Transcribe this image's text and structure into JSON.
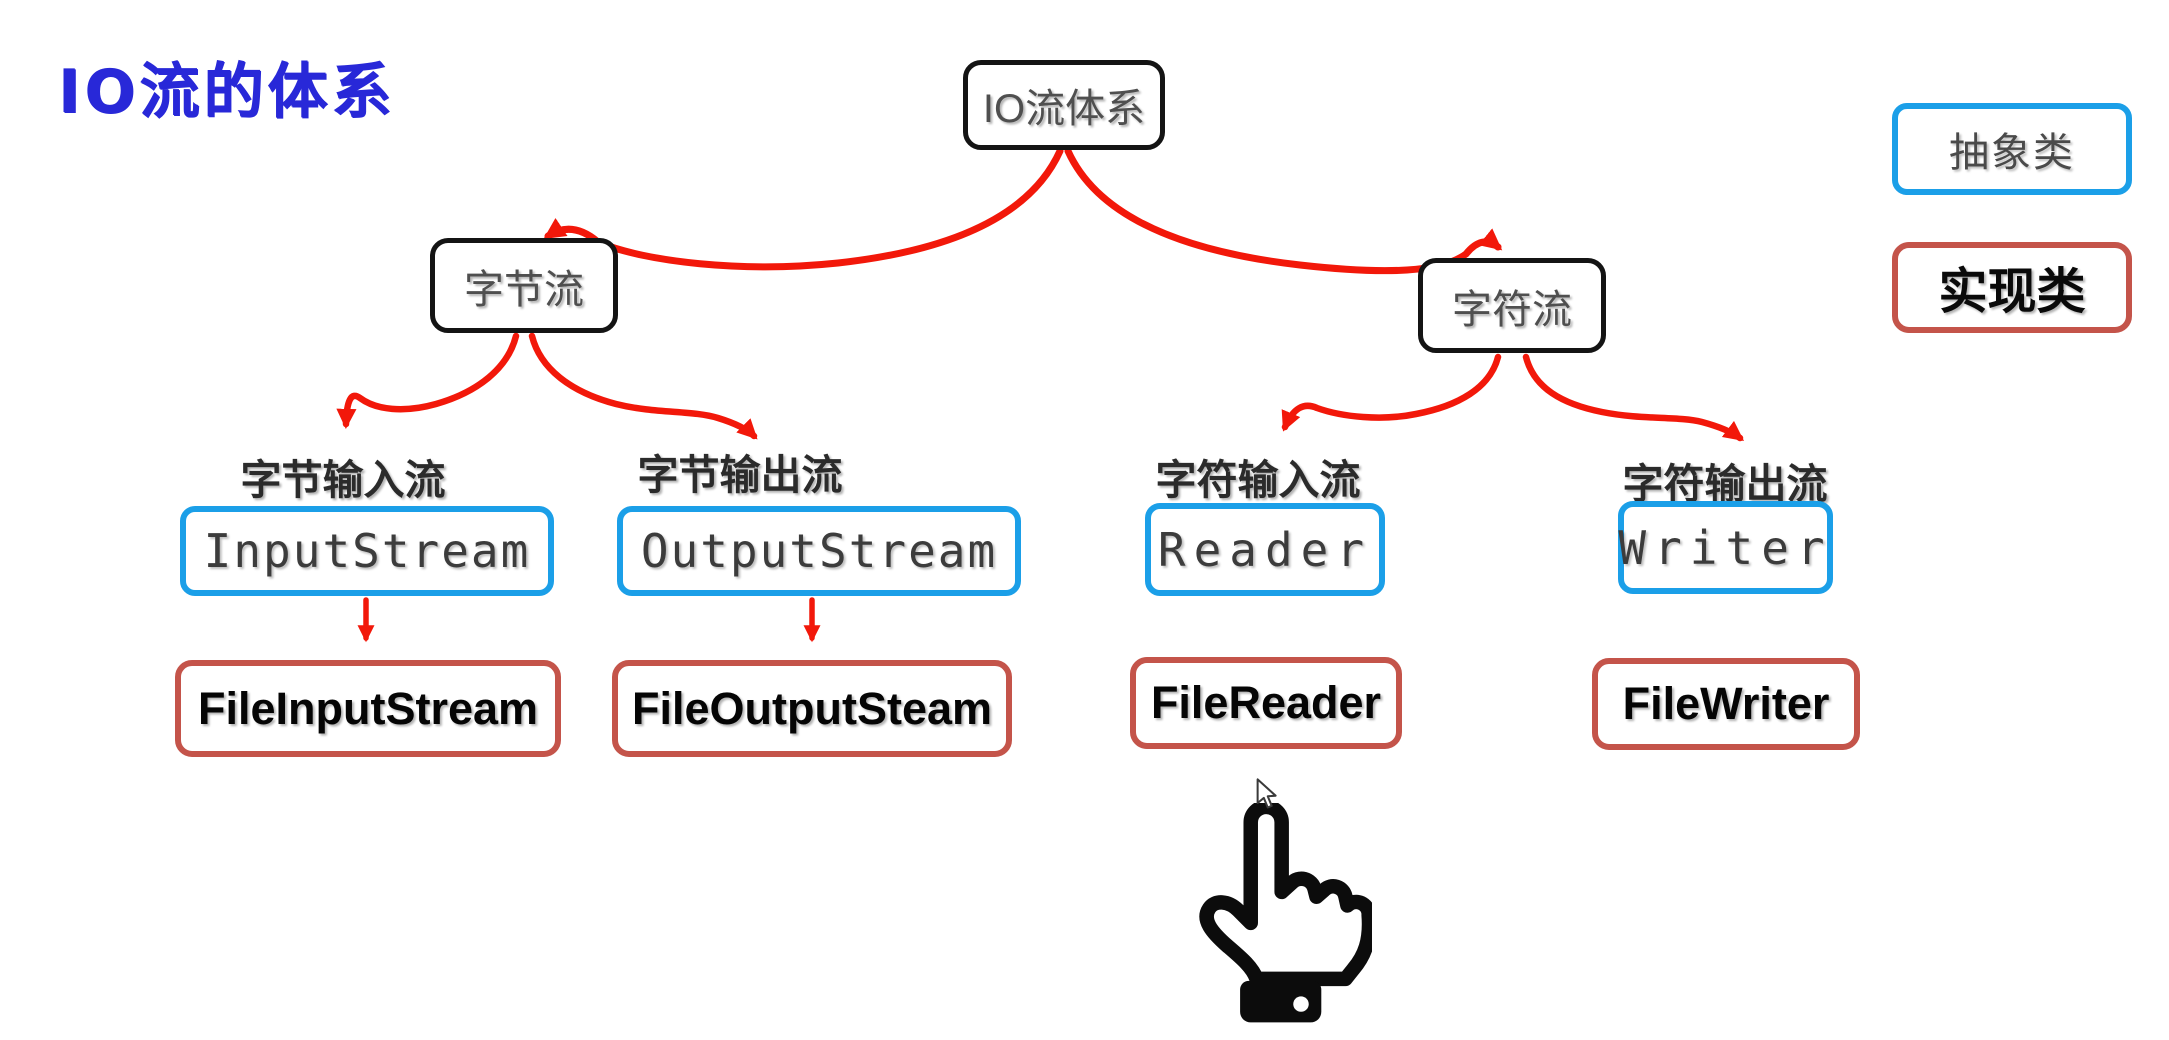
{
  "page_title": "IO流的体系",
  "tree": {
    "root_label": "IO流体系",
    "byte_label": "字节流",
    "char_label": "字符流"
  },
  "columns": [
    {
      "label": "字节输入流",
      "abstract": "InputStream",
      "implementation": "FileInputStream"
    },
    {
      "label": "字节输出流",
      "abstract": "OutputStream",
      "implementation": "FileOutputSteam"
    },
    {
      "label": "字符输入流",
      "abstract": "Reader",
      "implementation": "FileReader"
    },
    {
      "label": "字符输出流",
      "abstract": "Writer",
      "implementation": "FileWriter"
    }
  ],
  "legend": {
    "abstract_label": "抽象类",
    "implementation_label": "实现类"
  },
  "colors": {
    "arrow_red": "#f2180a",
    "abstract_border_blue": "#1b9fe8",
    "implementation_border_red": "#c4544a",
    "node_border_black": "#141414",
    "title_blue": "#2828d8"
  },
  "icons": {
    "hand_pointer": "hand-pointer-icon",
    "mouse_cursor": "mouse-cursor-icon"
  }
}
